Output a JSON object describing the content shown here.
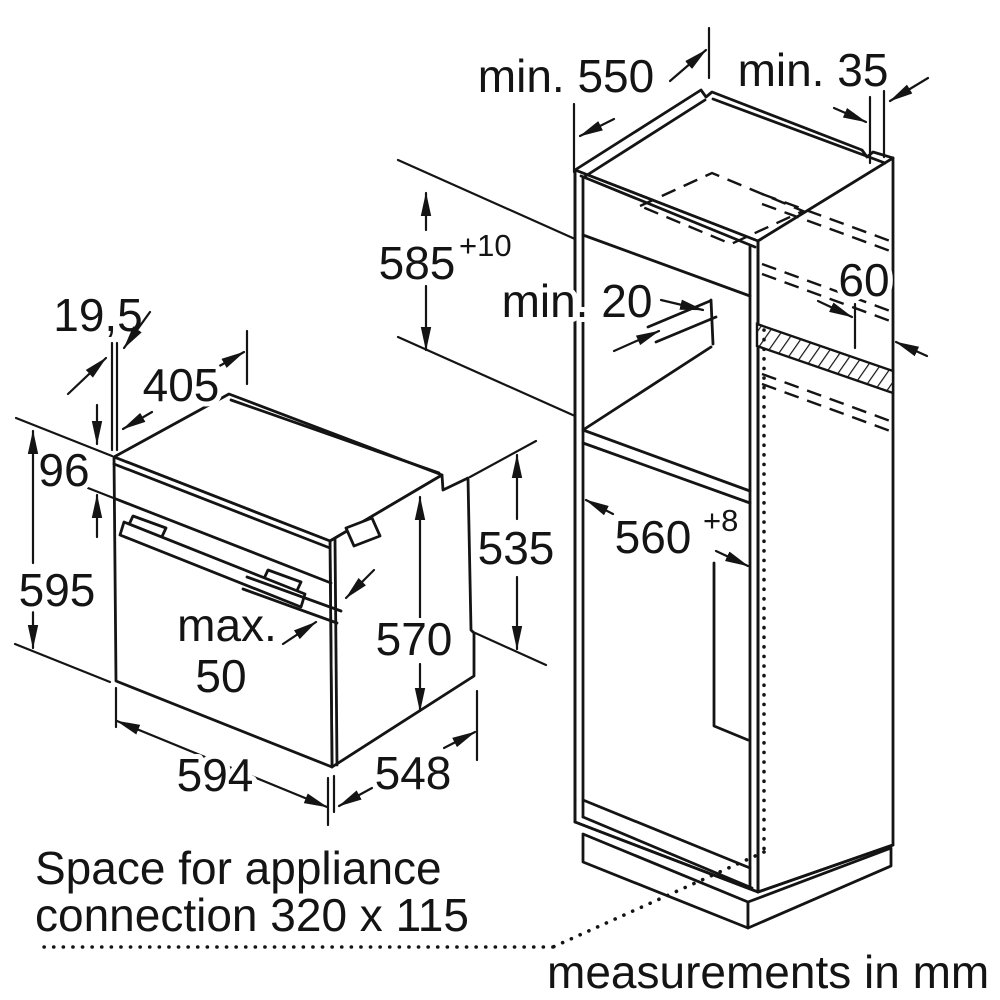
{
  "notes": {
    "connection_line1": "Space for appliance",
    "connection_line2": "connection 320 x 115",
    "units": "measurements in mm"
  },
  "oven_dims": {
    "front_offset": "19,5",
    "top_depth": "405",
    "control_panel_height": "96",
    "total_height": "595",
    "protrusion_word": "max.",
    "protrusion_value": "50",
    "width": "594",
    "body_height": "570",
    "body_depth": "548",
    "rear_height": "535"
  },
  "cabinet_dims": {
    "min_depth": "min. 550",
    "min_wall_gap": "min. 35",
    "niche_height": "585",
    "niche_height_tolerance": "+10",
    "min_back_gap": "min. 20",
    "vent_gap": "60",
    "niche_width": "560",
    "niche_width_tolerance": "+8"
  }
}
